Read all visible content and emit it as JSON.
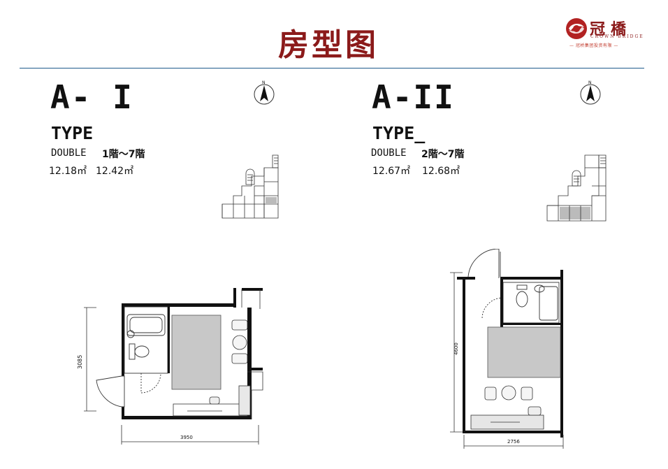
{
  "header": {
    "title": "房型图",
    "logo_name": "冠橋",
    "logo_en": "CROWN  BRIDGE",
    "logo_tagline": "— 冠桥集团投资有限 —"
  },
  "plan_a1": {
    "code": "A- I",
    "type_label": "TYPE",
    "room_kind": "DOUBLE",
    "floors": "1階～7階",
    "areas": [
      "12.18㎡",
      "12.42㎡"
    ],
    "dim_width": "3950",
    "dim_height": "3085",
    "compass_label": "N"
  },
  "plan_a2": {
    "code": "A-II",
    "type_label": "TYPE_",
    "room_kind": "DOUBLE",
    "floors": "2階～7階",
    "areas": [
      "12.67㎡",
      "12.68㎡"
    ],
    "dim_width": "2756",
    "dim_height": "4600",
    "compass_label": "N"
  },
  "colors": {
    "title_red": "#8b1a1a",
    "rule_blue": "#1e5a8c",
    "bed_gray": "#c8c8c8",
    "wall": "#000000"
  }
}
